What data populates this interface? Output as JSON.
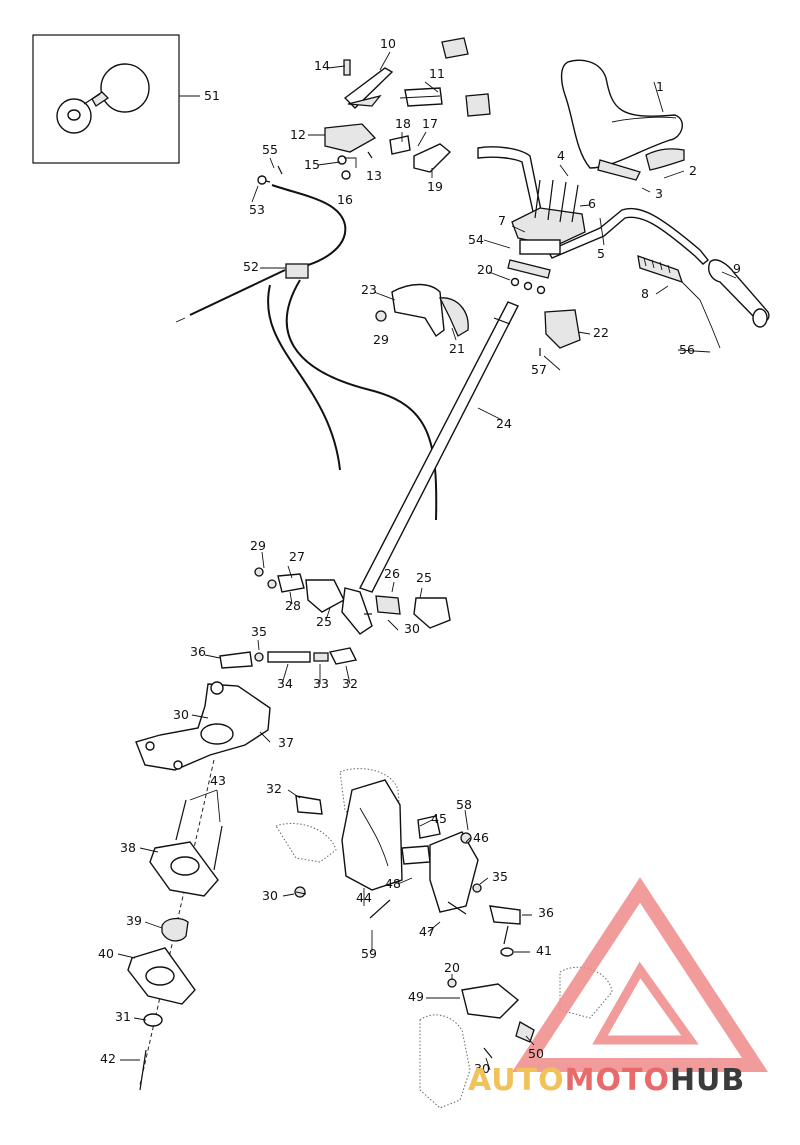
{
  "watermark": {
    "text_auto": "AUTO",
    "text_moto": "MOTO",
    "text_hub": "HUB",
    "color_auto": "#f2c25a",
    "color_moto": "#e86a6a",
    "color_hub": "#3b3b3b",
    "logo_color": "#ee8a8a"
  },
  "callouts": {
    "c1": "1",
    "c2": "2",
    "c3": "3",
    "c4": "4",
    "c5": "5",
    "c6": "6",
    "c7": "7",
    "c8": "8",
    "c9": "9",
    "c10": "10",
    "c11": "11",
    "c12": "12",
    "c13": "13",
    "c14": "14",
    "c15": "15",
    "c16": "16",
    "c17": "17",
    "c18": "18",
    "c19": "19",
    "c20a": "20",
    "c20b": "20",
    "c21": "21",
    "c22": "22",
    "c23": "23",
    "c24": "24",
    "c25a": "25",
    "c25b": "25",
    "c26": "26",
    "c27": "27",
    "c28": "28",
    "c29a": "29",
    "c29b": "29",
    "c30a": "30",
    "c30b": "30",
    "c30c": "30",
    "c30d": "30",
    "c31": "31",
    "c32a": "32",
    "c32b": "32",
    "c33": "33",
    "c34": "34",
    "c35a": "35",
    "c35b": "35",
    "c36a": "36",
    "c36b": "36",
    "c37": "37",
    "c38": "38",
    "c39": "39",
    "c40": "40",
    "c41": "41",
    "c42": "42",
    "c43": "43",
    "c44": "44",
    "c45": "45",
    "c46": "46",
    "c47": "47",
    "c48": "48",
    "c49": "49",
    "c50": "50",
    "c51": "51",
    "c52": "52",
    "c53": "53",
    "c54": "54",
    "c55": "55",
    "c56": "56",
    "c57": "57",
    "c58": "58",
    "c59": "59"
  }
}
